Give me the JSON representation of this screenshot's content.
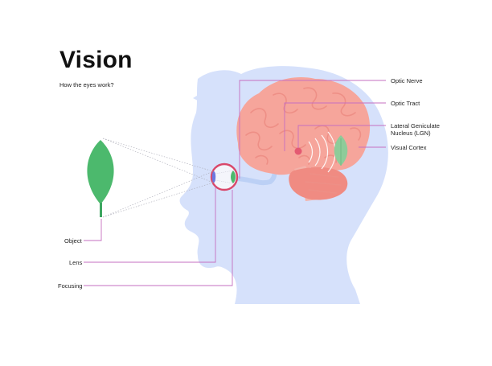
{
  "title": "Vision",
  "subtitle": "How the eyes work?",
  "labels": {
    "optic_nerve": "Optic Nerve",
    "optic_tract": "Optic Tract",
    "lgn_line1": "Lateral Geniculate",
    "lgn_line2": "Nucleus (LGN)",
    "visual_cortex": "Visual Cortex",
    "object": "Object",
    "lens": "Lens",
    "focusing": "Focusing"
  },
  "colors": {
    "head": "#d6e1fb",
    "brain": "#f6a59b",
    "brain_dark": "#ee8f86",
    "cerebellum": "#f08b82",
    "leaf": "#4cb96d",
    "leaf_light": "#a8d6b2",
    "callout_line": "#c66fc0",
    "eye_ring": "#d9476a",
    "pathway": "#bcd0f5"
  }
}
